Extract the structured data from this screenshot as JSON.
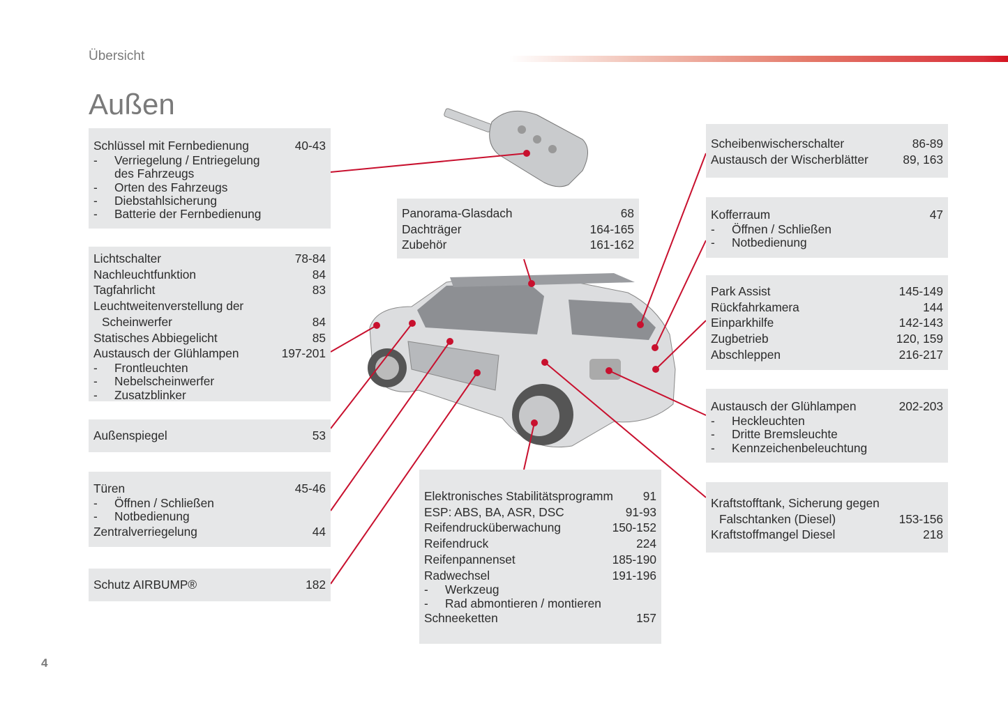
{
  "header": {
    "section": "Übersicht",
    "title": "Außen",
    "page_number": "4"
  },
  "boxes": {
    "key": [
      {
        "t": "Schlüssel mit Fernbedienung",
        "p": "40-43"
      },
      {
        "t": "Verriegelung / Entriegelung",
        "d": 1
      },
      {
        "t": "des Fahrzeugs",
        "c": 1
      },
      {
        "t": "Orten des Fahrzeugs",
        "d": 1
      },
      {
        "t": "Diebstahlsicherung",
        "d": 1
      },
      {
        "t": "Batterie der Fernbedienung",
        "d": 1
      }
    ],
    "light": [
      {
        "t": "Lichtschalter",
        "p": "78-84"
      },
      {
        "t": "Nachleuchtfunktion",
        "p": "84"
      },
      {
        "t": "Tagfahrlicht",
        "p": "83"
      },
      {
        "t": "Leuchtweitenverstellung der"
      },
      {
        "t": "Scheinwerfer",
        "p": "84",
        "c": 2
      },
      {
        "t": "Statisches Abbiegelicht",
        "p": "85"
      },
      {
        "t": "Austausch der Glühlampen",
        "p": "197-201"
      },
      {
        "t": "Frontleuchten",
        "d": 1
      },
      {
        "t": "Nebelscheinwerfer",
        "d": 1
      },
      {
        "t": "Zusatzblinker",
        "d": 1
      }
    ],
    "mirror": [
      {
        "t": "Außenspiegel",
        "p": "53"
      }
    ],
    "doors": [
      {
        "t": "Türen",
        "p": "45-46"
      },
      {
        "t": "Öffnen / Schließen",
        "d": 1
      },
      {
        "t": "Notbedienung",
        "d": 1
      },
      {
        "t": "Zentralverriegelung",
        "p": "44"
      }
    ],
    "airbump": [
      {
        "t": "Schutz AIRBUMP®",
        "p": "182"
      }
    ],
    "roof": [
      {
        "t": "Panorama-Glasdach",
        "p": "68"
      },
      {
        "t": "Dachträger",
        "p": "164-165"
      },
      {
        "t": "Zubehör",
        "p": "161-162"
      }
    ],
    "wheels": [
      {
        "t": "Elektronisches Stabilitätsprogramm",
        "p": "91"
      },
      {
        "t": "ESP: ABS, BA, ASR, DSC",
        "p": "91-93"
      },
      {
        "t": "Reifendrucküberwachung",
        "p": "150-152"
      },
      {
        "t": "Reifendruck",
        "p": "224"
      },
      {
        "t": "Reifenpannenset",
        "p": "185-190"
      },
      {
        "t": "Radwechsel",
        "p": "191-196"
      },
      {
        "t": "Werkzeug",
        "d": 1
      },
      {
        "t": "Rad abmontieren / montieren",
        "d": 1
      },
      {
        "t": "Schneeketten",
        "p": "157"
      }
    ],
    "wiper": [
      {
        "t": "Scheibenwischerschalter",
        "p": "86-89"
      },
      {
        "t": "Austausch der Wischerblätter",
        "p": "89, 163"
      }
    ],
    "boot": [
      {
        "t": "Kofferraum",
        "p": "47"
      },
      {
        "t": "Öffnen / Schließen",
        "d": 1
      },
      {
        "t": "Notbedienung",
        "d": 1
      }
    ],
    "park": [
      {
        "t": "Park Assist",
        "p": "145-149"
      },
      {
        "t": "Rückfahrkamera",
        "p": "144"
      },
      {
        "t": "Einparkhilfe",
        "p": "142-143"
      },
      {
        "t": "Zugbetrieb",
        "p": "120, 159"
      },
      {
        "t": "Abschleppen",
        "p": "216-217"
      }
    ],
    "rearlamps": [
      {
        "t": "Austausch der Glühlampen",
        "p": "202-203"
      },
      {
        "t": "Heckleuchten",
        "d": 1
      },
      {
        "t": "Dritte Bremsleuchte",
        "d": 1
      },
      {
        "t": "Kennzeichenbeleuchtung",
        "d": 1
      }
    ],
    "fuel": [
      {
        "t": "Kraftstofftank, Sicherung gegen"
      },
      {
        "t": "Falschtanken (Diesel)",
        "p": "153-156",
        "c": 2
      },
      {
        "t": "Kraftstoffmangel Diesel",
        "p": "218"
      }
    ]
  },
  "colors": {
    "accent": "#c8102e",
    "box": "#e6e7e8"
  }
}
